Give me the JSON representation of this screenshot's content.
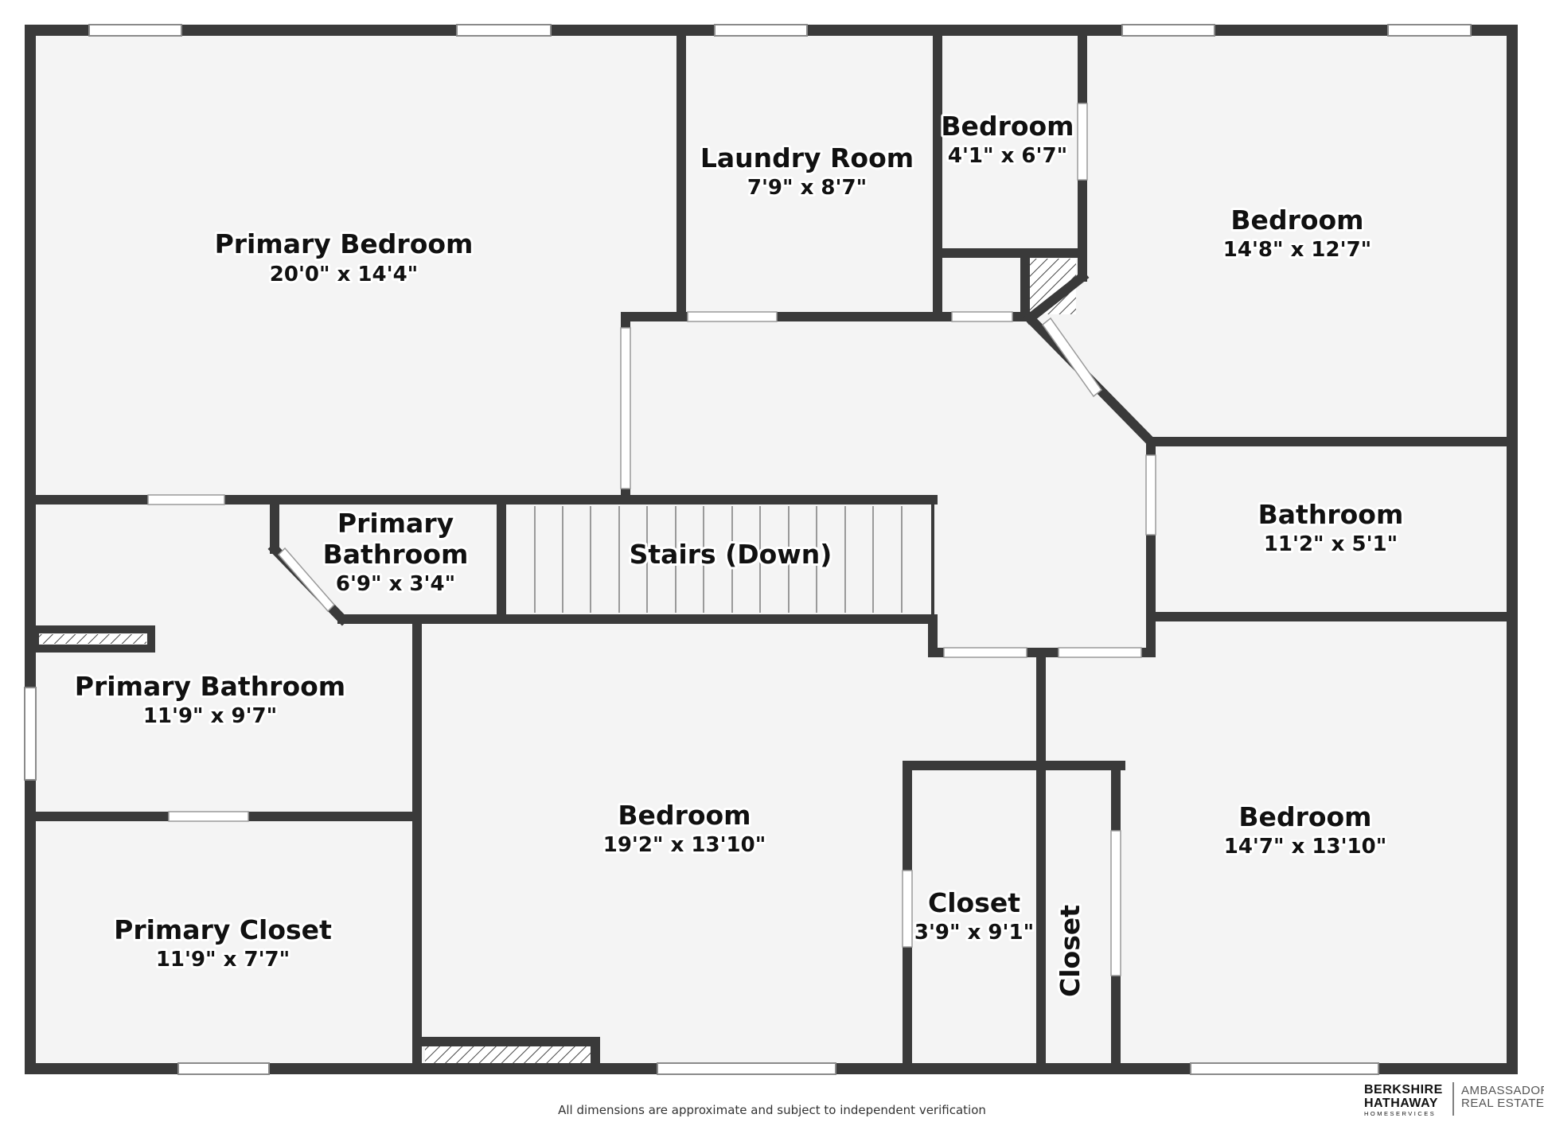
{
  "rooms": {
    "primary_bedroom": {
      "name": "Primary Bedroom",
      "dims": "20'0\" x 14'4\""
    },
    "laundry_room": {
      "name": "Laundry Room",
      "dims": "7'9\" x 8'7\""
    },
    "bedroom_small": {
      "name": "Bedroom",
      "dims": "4'1\" x 6'7\""
    },
    "bedroom_ne": {
      "name": "Bedroom",
      "dims": "14'8\" x 12'7\""
    },
    "bathroom": {
      "name": "Bathroom",
      "dims": "11'2\" x 5'1\""
    },
    "primary_bathroom_small": {
      "name_line1": "Primary",
      "name_line2": "Bathroom",
      "dims": "6'9\" x 3'4\""
    },
    "stairs": {
      "name": "Stairs (Down)"
    },
    "primary_bathroom": {
      "name": "Primary Bathroom",
      "dims": "11'9\" x 9'7\""
    },
    "primary_closet": {
      "name": "Primary Closet",
      "dims": "11'9\" x 7'7\""
    },
    "bedroom_center": {
      "name": "Bedroom",
      "dims": "19'2\" x 13'10\""
    },
    "closet": {
      "name": "Closet",
      "dims": "3'9\" x 9'1\""
    },
    "closet_narrow": {
      "name": "Closet"
    },
    "bedroom_se": {
      "name": "Bedroom",
      "dims": "14'7\" x 13'10\""
    }
  },
  "footer": {
    "disclaimer": "All dimensions are approximate and subject to independent verification"
  },
  "logo": {
    "line1": "BERKSHIRE",
    "line2": "HATHAWAY",
    "line3": "HOMESERVICES",
    "right1": "AMBASSADOR",
    "right2": "REAL ESTATE"
  },
  "colors": {
    "wall": "#3a3a3a",
    "floor": "#f4f4f4",
    "window": "#ffffff",
    "background": "#ffffff"
  }
}
